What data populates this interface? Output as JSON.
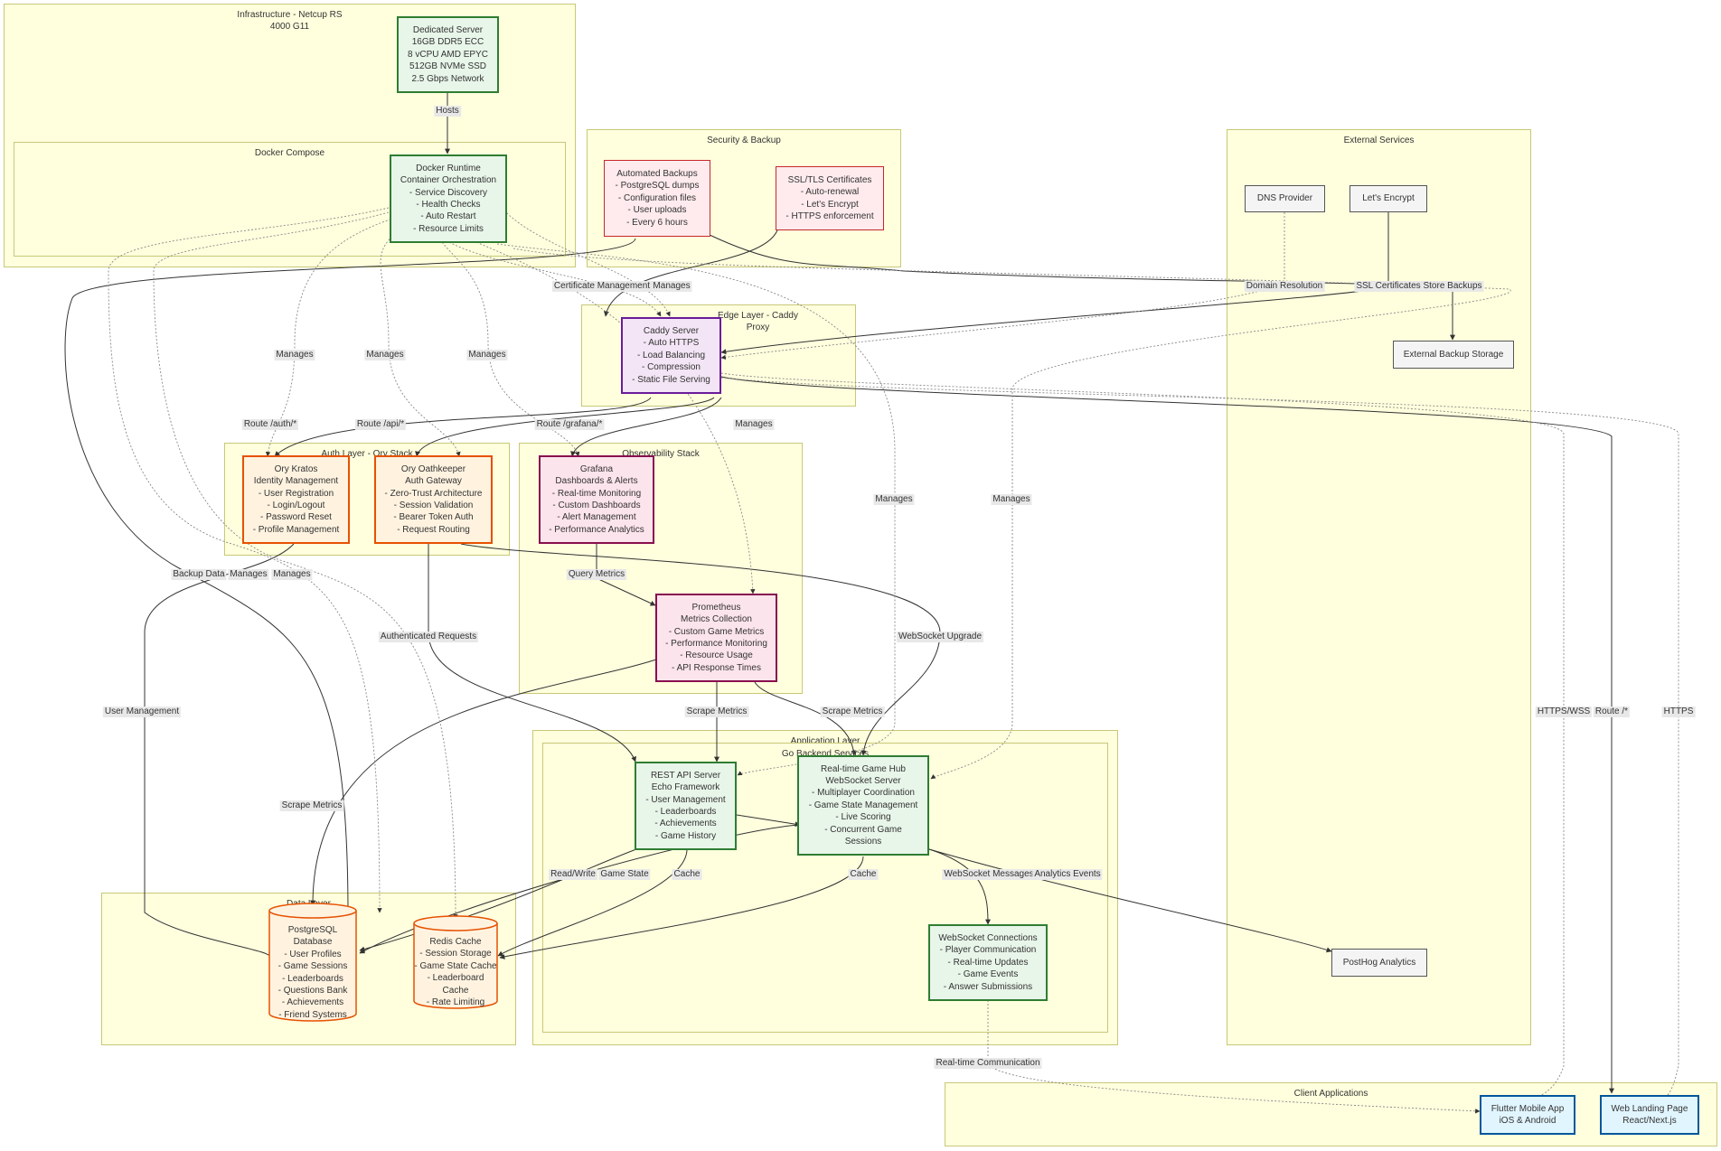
{
  "subgraphs": {
    "infra": "Infrastructure - Netcup RS\n4000 G11",
    "docker": "Docker Compose",
    "security": "Security & Backup",
    "external": "External Services",
    "edge": "Edge Layer - Caddy\nProxy",
    "auth": "Auth Layer - Ory Stack",
    "observability": "Observability Stack",
    "application": "Application Layer",
    "go_backend": "Go Backend Services",
    "data": "Data Layer",
    "clients": "Client Applications"
  },
  "nodes": {
    "server": "Dedicated Server\n16GB DDR5 ECC\n8 vCPU AMD EPYC\n512GB NVMe SSD\n2.5 Gbps Network",
    "docker_runtime": "Docker Runtime\nContainer Orchestration\n- Service Discovery\n- Health Checks\n- Auto Restart\n- Resource Limits",
    "backups": "Automated Backups\n- PostgreSQL dumps\n- Configuration files\n- User uploads\n- Every 6 hours",
    "ssl": "SSL/TLS Certificates\n- Auto-renewal\n- Let's Encrypt\n- HTTPS enforcement",
    "dns": "DNS Provider",
    "letsencrypt": "Let's Encrypt",
    "ext_backup": "External Backup Storage",
    "caddy": "Caddy Server\n- Auto HTTPS\n- Load Balancing\n- Compression\n- Static File Serving",
    "kratos": "Ory Kratos\nIdentity Management\n- User Registration\n- Login/Logout\n- Password Reset\n- Profile Management",
    "oathkeeper": "Ory Oathkeeper\nAuth Gateway\n- Zero-Trust Architecture\n- Session Validation\n- Bearer Token Auth\n- Request Routing",
    "grafana": "Grafana\nDashboards & Alerts\n- Real-time Monitoring\n- Custom Dashboards\n- Alert Management\n- Performance Analytics",
    "prometheus": "Prometheus\nMetrics Collection\n- Custom Game Metrics\n- Performance Monitoring\n- Resource Usage\n- API Response Times",
    "rest_api": "REST API Server\nEcho Framework\n- User Management\n- Leaderboards\n- Achievements\n- Game History",
    "game_hub": "Real-time Game Hub\nWebSocket Server\n- Multiplayer Coordination\n- Game State Management\n- Live Scoring\n- Concurrent Game\nSessions",
    "ws_conn": "WebSocket Connections\n- Player Communication\n- Real-time Updates\n- Game Events\n- Answer Submissions",
    "posthog": "PostHog Analytics",
    "postgres": "PostgreSQL Database\n- User Profiles\n- Game Sessions\n- Leaderboards\n- Questions Bank\n- Achievements\n- Friend Systems",
    "redis": "Redis Cache\n- Session Storage\n- Game State Cache\n- Leaderboard Cache\n- Rate Limiting",
    "flutter": "Flutter Mobile App\niOS & Android",
    "web": "Web Landing Page\nReact/Next.js"
  },
  "edge_labels": {
    "hosts": "Hosts",
    "cert_mgmt": "Certificate Management",
    "manages_caddy": "Manages",
    "domain_resolution": "Domain Resolution",
    "ssl_certs": "SSL Certificates",
    "store_backups": "Store Backups",
    "manages_kratos": "Manages",
    "manages_oathkeeper": "Manages",
    "manages_grafana": "Manages",
    "route_auth": "Route /auth/*",
    "route_api": "Route /api/*",
    "route_grafana": "Route /grafana/*",
    "manages_prometheus": "Manages",
    "manages_rest": "Manages",
    "manages_hub": "Manages",
    "backup_data": "Backup Data",
    "manages_pg": "Manages",
    "manages_redis": "Manages",
    "query_metrics": "Query Metrics",
    "authenticated_requests": "Authenticated Requests",
    "websocket_upgrade": "WebSocket Upgrade",
    "user_management": "User Management",
    "scrape_metrics_rest": "Scrape Metrics",
    "scrape_metrics_hub": "Scrape Metrics",
    "scrape_metrics_pg": "Scrape Metrics",
    "https_wss": "HTTPS/WSS",
    "route_root": "Route /*",
    "https": "HTTPS",
    "read_write": "Read/Write",
    "game_state": "Game State",
    "cache_rest": "Cache",
    "cache_hub": "Cache",
    "websocket_messages": "WebSocket Messages",
    "analytics_events": "Analytics Events",
    "realtime_comm": "Real-time Communication"
  }
}
